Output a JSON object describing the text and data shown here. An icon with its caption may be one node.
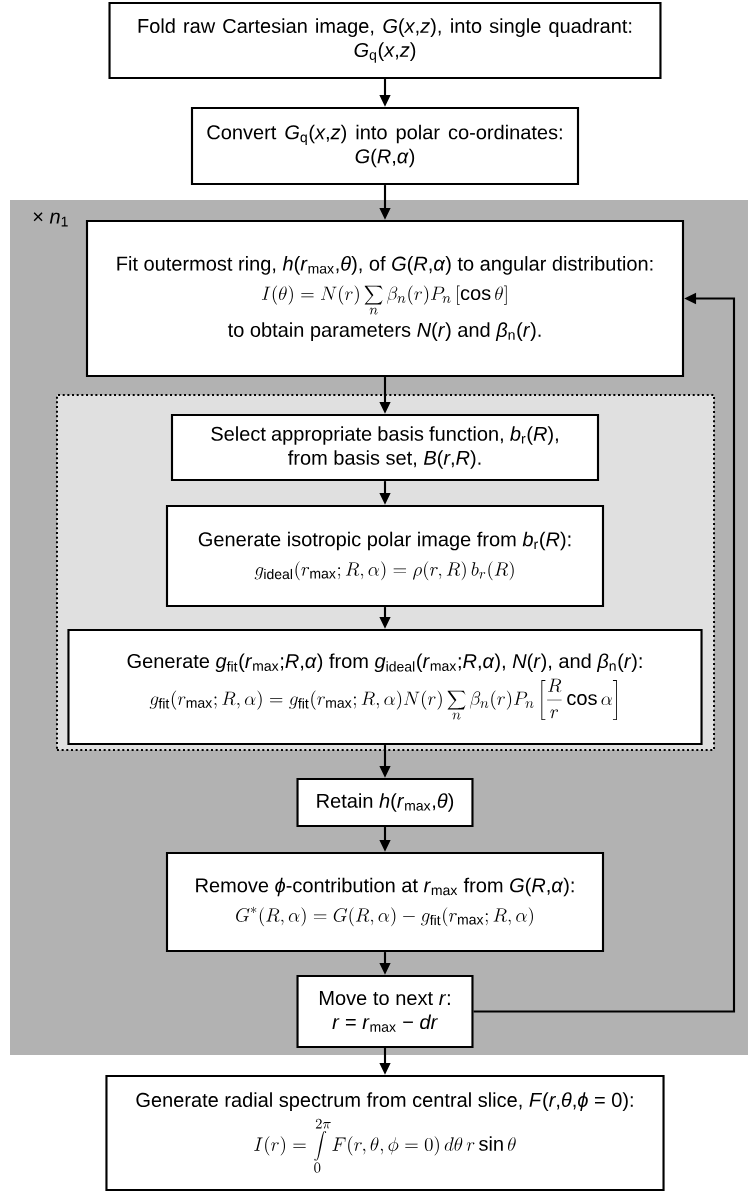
{
  "diagram": {
    "nodes": [
      {
        "text": [
          "Fold raw Cartesian image, *G*(*x*,*z*), into single quadrant: *G*$_{q}$(*x*,*z*)"
        ]
      },
      {
        "text": [
          "Convert *G*$_{q}$(*x*,*z*) into polar co-ordinates: *G*(*R*,*α*)"
        ]
      },
      {
        "text": [
          "× *n*$_{1}$"
        ]
      },
      {
        "text": [
          "Fit outermost ring, *h*(*r*$_{max}$,*θ*), of *G*(*R*,*α*) to angular distribution:",
          "I(\\theta)=N(r)\\sum_{n}\\beta_{n}(r)P_{n}\\left[\\cos\\theta\\right]",
          "to obtain parameters *N*(*r*) and *β*$_{n}$(*r*)."
        ],
        "in": 2
      },
      {
        "text": [],
        "shape": "box",
        "in": 2
      },
      {
        "text": [
          "Select appropriate basis function, *b*$_{r}$(*R*), from basis set, *B*(*r*,*R*)."
        ],
        "in": 4
      },
      {
        "text": [
          "Generate isotropic polar image from *b*$_{r}$(*R*):",
          "g_{\\mathrm{ideal}}(r_{\\mathrm{max}};R,\\alpha)=\\rho(r,R)\\,b_{r}(R)"
        ],
        "in": 4
      },
      {
        "text": [
          "Generate *g*$_{fit}$(*r*$_{max}$;*R*,*α*) from *g*$_{ideal}$(*r*$_{max}$;*R*,*α*), *N*(*r*), and *β*$_{n}$(*r*):",
          "g_{\\mathrm{fit}}(r_{\\mathrm{max}};R,\\alpha)=g_{\\mathrm{fit}}(r_{\\mathrm{max}};R,\\alpha)N(r)\\sum_{n}\\beta_{n}(r)P_{n}\\left[\\frac{R}{r}\\cos\\alpha\\right]"
        ],
        "in": 4
      },
      {
        "text": [
          "Retain *h*(*r*$_{max}$,*θ*)"
        ],
        "in": 2
      },
      {
        "text": [
          "Remove *ϕ*-contribution at *r*$_{max}$ from *G*(*R*,*α*):",
          "G^{*}(R,\\alpha)=G(R,\\alpha)-g_{\\mathrm{fit}}(r_{\\mathrm{max}};R,\\alpha)"
        ],
        "in": 2
      },
      {
        "text": [
          "Move to next *r*: *r* = *r*$_{max}$ − *dr*"
        ],
        "in": 2
      },
      {
        "text": [
          "Generate radial spectrum from central slice, *F*(*r*,*θ*,*ϕ* = 0):",
          "I(r)=\\int\\limits_{0}^{2\\pi}F(r,\\theta,\\phi=0)\\,d\\theta\\, r\\sin\\theta"
        ]
      }
    ],
    "edges": [
      {
        "from": 0,
        "to": 1,
        "arrow": "to"
      },
      {
        "from": 1,
        "to": 3,
        "arrow": "to"
      },
      {
        "from": 3,
        "to": 5,
        "arrow": "to"
      },
      {
        "from": 5,
        "to": 6,
        "arrow": "to"
      },
      {
        "from": 6,
        "to": 7,
        "arrow": "to"
      },
      {
        "from": 7,
        "to": 8,
        "arrow": "to"
      },
      {
        "from": 8,
        "to": 9,
        "arrow": "to"
      },
      {
        "from": 9,
        "to": 10,
        "arrow": "to"
      },
      {
        "from": 10,
        "to": 11,
        "arrow": "to"
      },
      {
        "from": 10,
        "to": 3,
        "arrow": "to"
      }
    ]
  }
}
